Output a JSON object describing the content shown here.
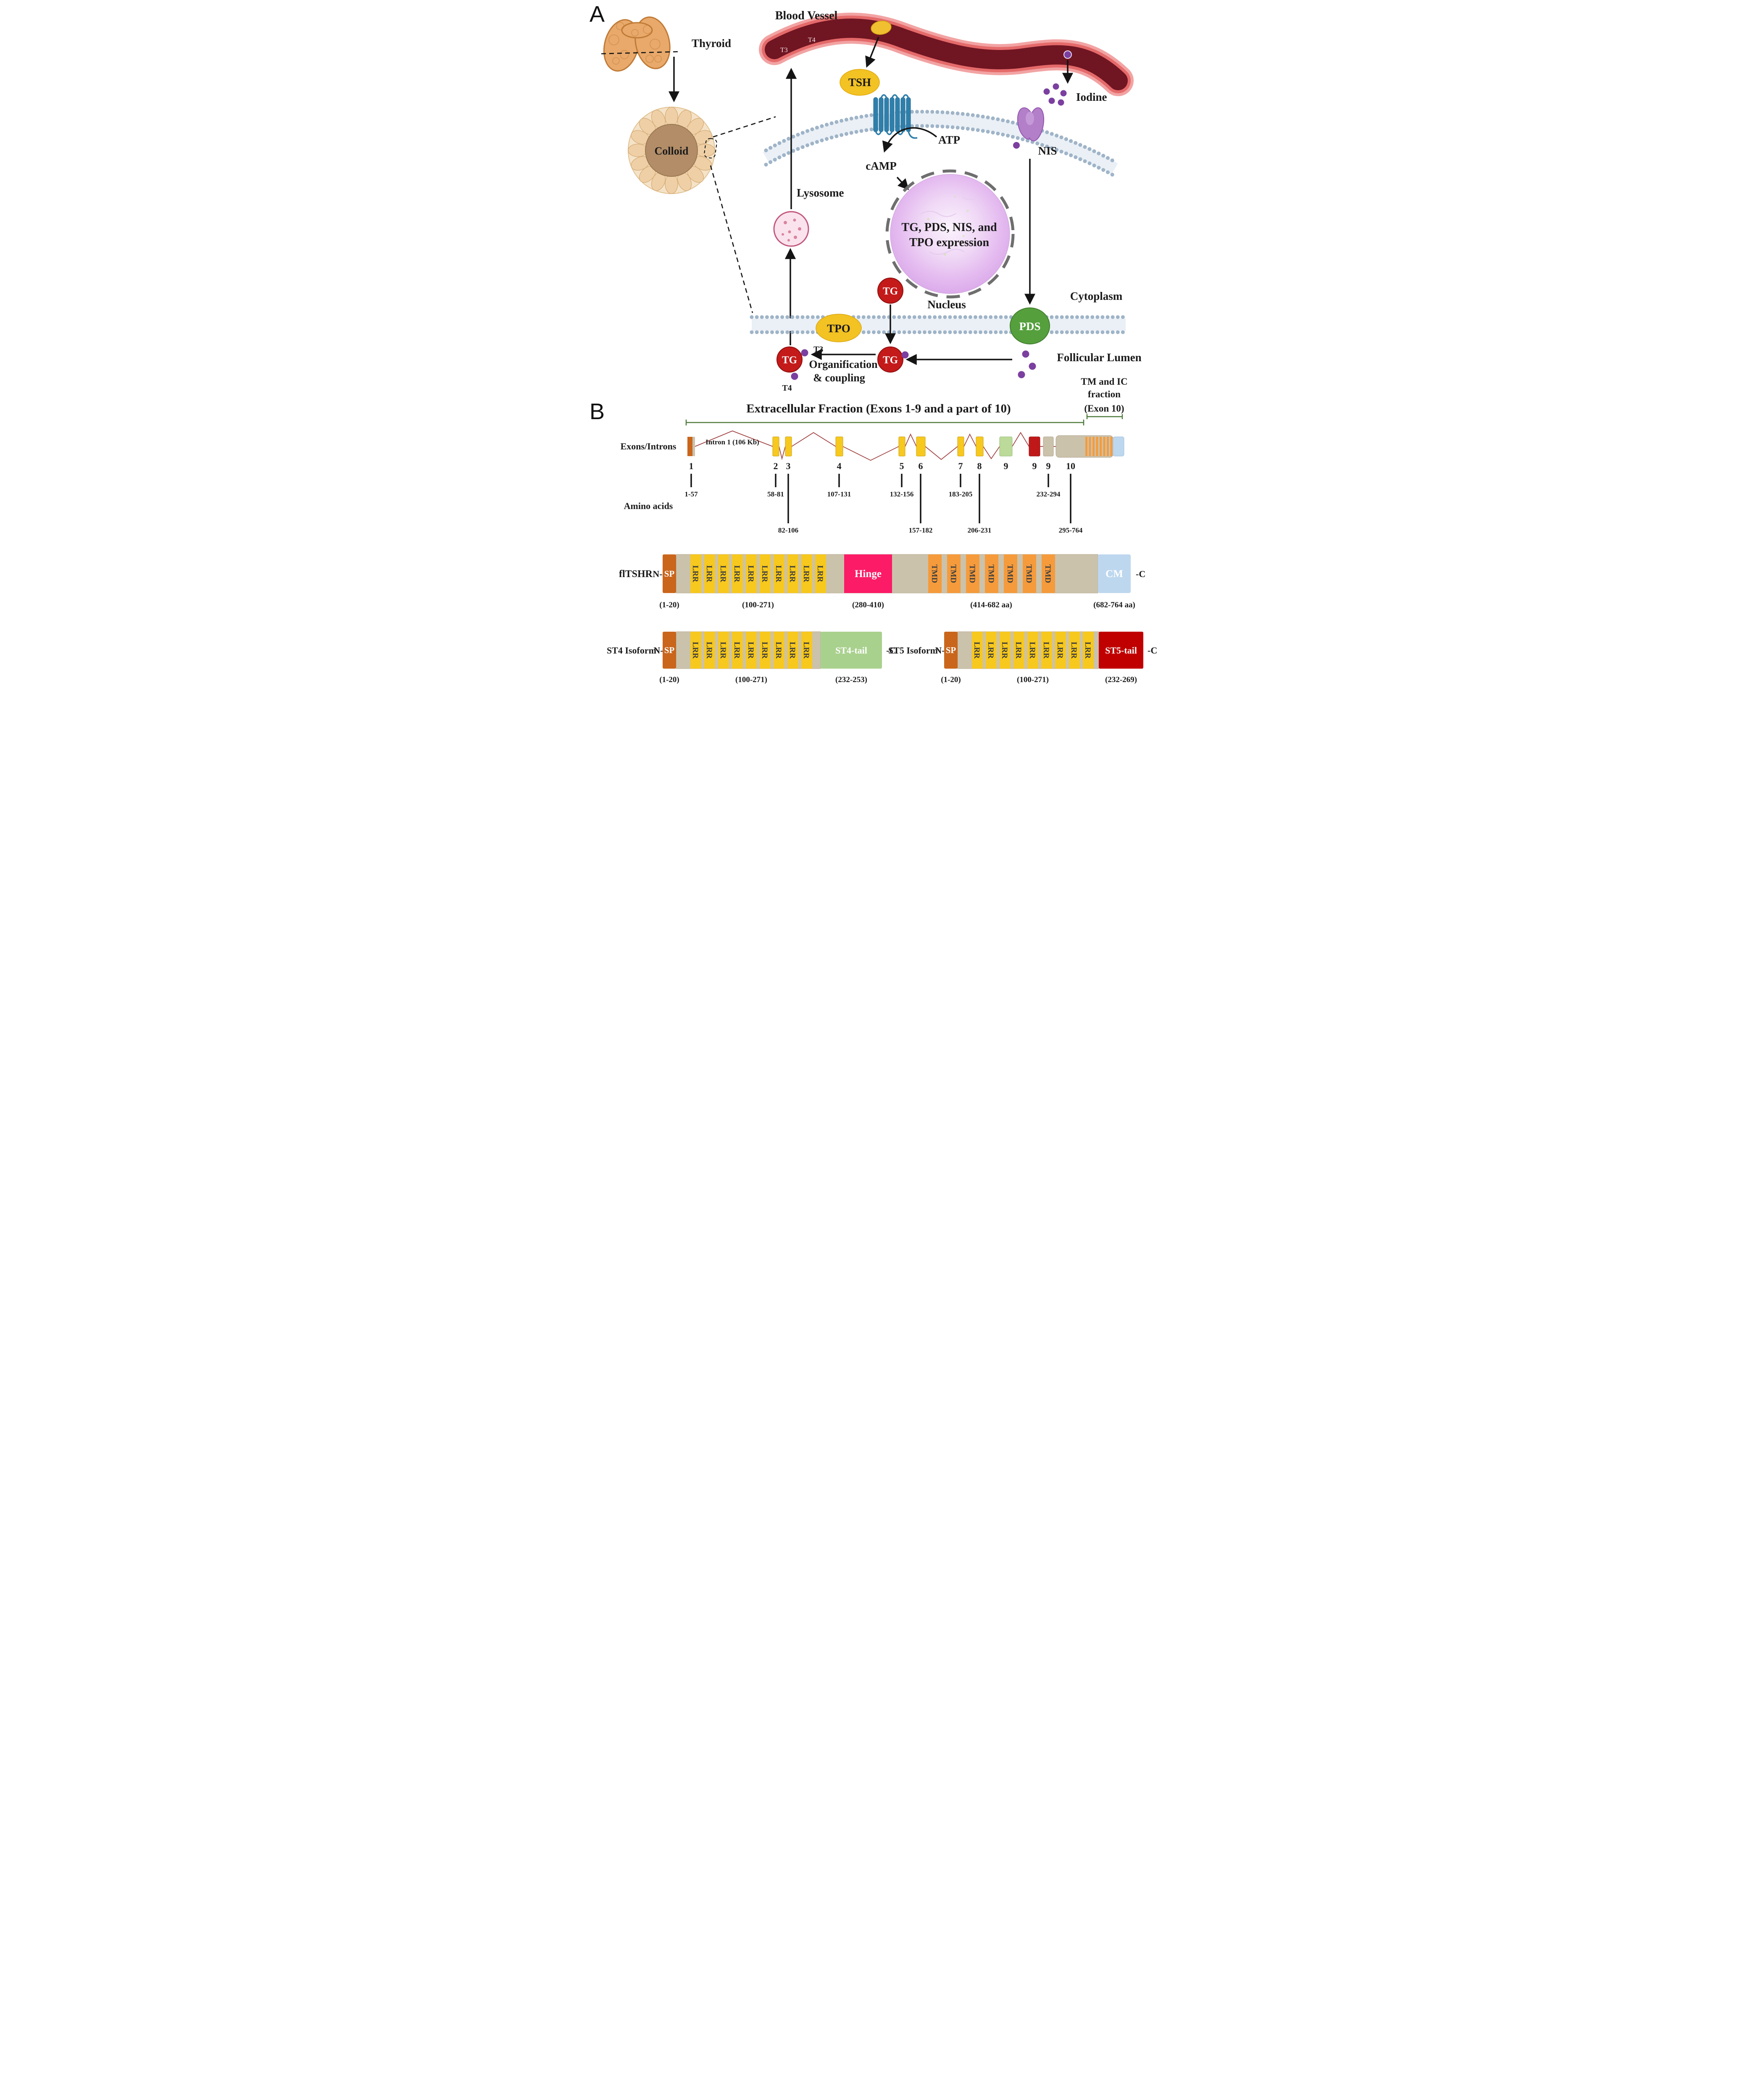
{
  "panel_a": {
    "label": "A",
    "thyroid": "Thyroid",
    "colloid": "Colloid",
    "blood_vessel": "Blood Vessel",
    "t3_vessel": "T3",
    "t4_vessel": "T4",
    "tsh": "TSH",
    "iodine": "Iodine",
    "nis": "NIS",
    "atp": "ATP",
    "camp": "cAMP",
    "nucleus_line1": "TG, PDS, NIS, and",
    "nucleus_line2": "TPO expression",
    "nucleus": "Nucleus",
    "lysosome": "Lysosome",
    "cytoplasm": "Cytoplasm",
    "tg": "TG",
    "tpo": "TPO",
    "pds": "PDS",
    "organification_line1": "Organification",
    "organification_line2": "& coupling",
    "follicular_lumen": "Follicular Lumen",
    "t3": "T3",
    "t4": "T4"
  },
  "panel_b": {
    "label": "B",
    "extracellular_header": "Extracellular Fraction (Exons 1-9 and a part of 10)",
    "tm_ic_line1": "TM and IC",
    "tm_ic_line2": "fraction",
    "tm_ic_line3": "(Exon 10)",
    "exons_introns": "Exons/Introns",
    "intron1": "Intron 1 (106 Kb)",
    "amino_acids": "Amino acids",
    "exon_numbers": [
      "1",
      "2",
      "3",
      "4",
      "5",
      "6",
      "7",
      "8",
      "9",
      "9",
      "9",
      "10"
    ],
    "aa_short": [
      "1-57",
      "58-81",
      "107-131",
      "132-156",
      "183-205",
      "232-294"
    ],
    "aa_long": [
      "82-106",
      "157-182",
      "206-231",
      "295-764"
    ],
    "n_label": "N-",
    "c_label": "-C",
    "sp": "SP",
    "lrr": "LRR",
    "hinge": "Hinge",
    "tmd": "TMD",
    "cm": "CM",
    "fltshr_name": "flTSHR",
    "fltshr_ranges": [
      "(1-20)",
      "(100-271)",
      "(280-410)",
      "(414-682 aa)",
      "(682-764 aa)"
    ],
    "st4_name": "ST4 Isoform",
    "st4_tail": "ST4-tail",
    "st4_ranges": [
      "(1-20)",
      "(100-271)",
      "(232-253)"
    ],
    "st5_name": "ST5 Isoform",
    "st5_tail": "ST5-tail",
    "st5_ranges": [
      "(1-20)",
      "(100-271)",
      "(232-269)"
    ]
  },
  "colors": {
    "exon_yellow": "#F7C81E",
    "tan": "#CBC2AC",
    "sp_orange": "#C9661C",
    "hinge_pink": "#FB1B67",
    "tmd_orange": "#F59B3C",
    "cm_blue": "#BDD7EE",
    "st4_green": "#A9D18E",
    "st5_red": "#C00000",
    "exon9_green": "#BCDA9A",
    "tg_red": "#C41A1A",
    "pds_green": "#55A03C",
    "tsh_yellow": "#F3C223",
    "iodine_purple": "#7B3FA0",
    "vessel_dark": "#701522",
    "bracket_green": "#4E7A3A"
  }
}
